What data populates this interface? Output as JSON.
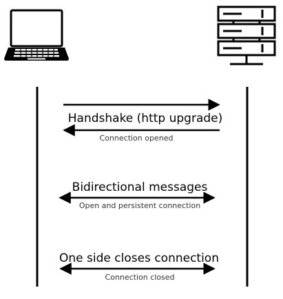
{
  "nodes": [
    {
      "id": "client",
      "icon": "laptop-icon"
    },
    {
      "id": "server",
      "icon": "server-rack-icon"
    }
  ],
  "messages": [
    {
      "label": "Handshake (http upgrade)",
      "sublabel": "Connection opened",
      "arrows": [
        "client-to-server",
        "server-to-client"
      ]
    },
    {
      "label": "Bidirectional messages",
      "sublabel": "Open and persistent connection",
      "arrows": [
        "bidirectional"
      ]
    },
    {
      "label": "One side closes connection",
      "sublabel": "Connection closed",
      "arrows": [
        "bidirectional"
      ]
    }
  ],
  "colors": {
    "line": "#000000",
    "text": "#000000",
    "subtext": "#333333"
  }
}
